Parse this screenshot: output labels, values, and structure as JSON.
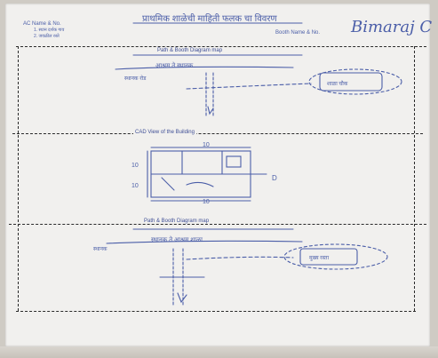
{
  "header": {
    "title": "प्राथमिक शाळेची माहिती फलक चा विवरण",
    "left_line1": "AC Name & No.",
    "left_line2": "1. स्थान दर्शक गाव",
    "left_line3": "2. जवळील रस्ते",
    "booth_label": "Booth Name & No.",
    "booth_value": "Bimaraj C"
  },
  "sections": [
    {
      "title": "Path & Booth Diagram map",
      "route_text": "आश्रम ते स्थानक",
      "left_note": "स्थानक रोड",
      "box_text": "शाळा चौक"
    },
    {
      "title": "CAD View of the Building",
      "top_dim": "10",
      "bottom_dim": "10",
      "left_dims": [
        "10",
        "10"
      ],
      "right_dim": "D"
    },
    {
      "title": "Path & Booth Diagram map",
      "route_text": "स्थानक ते आश्रम शाळा",
      "left_note": "स्थानक",
      "box_text": "मुख्य रस्ता"
    }
  ],
  "colors": {
    "ink": "#4b5ea8",
    "border": "#2a2a2a",
    "paper": "#f1f0ee",
    "background": "#cfcbc4"
  }
}
